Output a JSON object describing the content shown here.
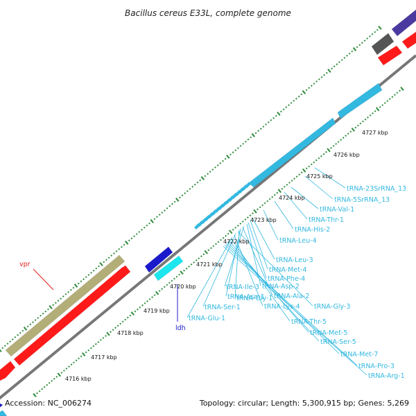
{
  "title": "Bacillus cereus E33L, complete genome",
  "footer": {
    "accession": "Accession: NC_006274",
    "summary": "Topology: circular; Length: 5,300,915 bp; Genes: 5,269"
  },
  "colors": {
    "backbone": "#777777",
    "tick_dot": "#2e8b3a",
    "trna": "#33b8e0",
    "feature_red": "#ff1a1a",
    "feature_olive": "#b3ad78",
    "feature_blue": "#1a1acc",
    "feature_cyan": "#1ee6ee",
    "feature_gray": "#555555",
    "feature_purple": "#4a3aa0",
    "label_red": "#e02020",
    "label_blue": "#1a1acc"
  },
  "kbp_labels": [
    "4716 kbp",
    "4717 kbp",
    "4718 kbp",
    "4719 kbp",
    "4720 kbp",
    "4721 kbp",
    "4722 kbp",
    "4723 kbp",
    "4724 kbp",
    "4725 kbp",
    "4726 kbp",
    "4727 kbp"
  ],
  "gene_labels": [
    {
      "id": "vpr",
      "text": "vpr",
      "color": "red"
    },
    {
      "id": "ldh",
      "text": "ldh",
      "color": "blue"
    }
  ],
  "trna_labels": [
    "tRNA-23SrRNA_13",
    "tRNA-5SrRNA_13",
    "tRNA-Val-1",
    "tRNA-Thr-1",
    "tRNA-His-2",
    "tRNA-Leu-4",
    "tRNA-Leu-3",
    "tRNA-Met-4",
    "tRNA-Phe-4",
    "tRNA-Asp-2",
    "tRNA-Ile-3",
    "tRNA-Ala-2",
    "tRNA-Asn-1",
    "tRNA-Gly-1",
    "tRNA-Gly-3",
    "tRNA-Ser-1",
    "tRNA-Lys-4",
    "tRNA-Glu-1",
    "tRNA-Thr-5",
    "tRNA-Met-5",
    "tRNA-Ser-5",
    "tRNA-Met-7",
    "tRNA-Pro-3",
    "tRNA-Arg-1"
  ]
}
